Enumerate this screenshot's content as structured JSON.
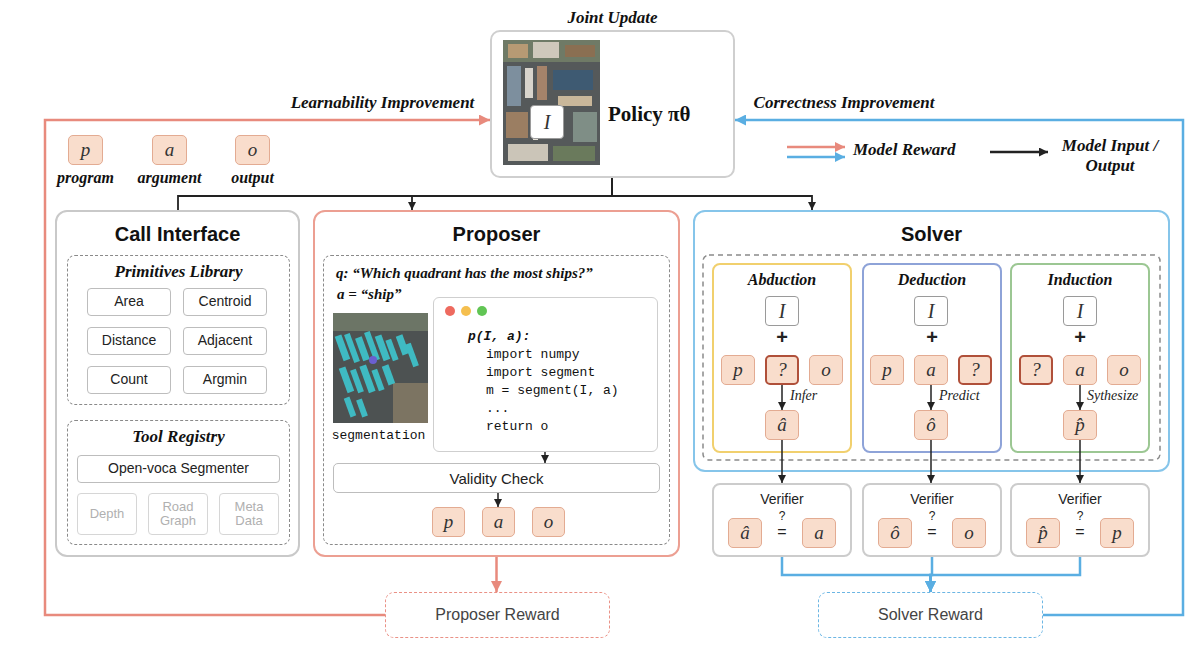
{
  "diagram": {
    "nodes": [
      {
        "text": [
          "Policy πθ"
        ]
      },
      {
        "text": [
          "I"
        ],
        "in": 0
      },
      {
        "text": [
          "p",
          "program"
        ]
      },
      {
        "text": [
          "a",
          "argument"
        ]
      },
      {
        "text": [
          "o",
          "output"
        ]
      },
      {
        "text": [
          "Call Interface"
        ]
      },
      {
        "text": [
          "Primitives Library"
        ],
        "in": 5
      },
      {
        "text": [
          "Area"
        ],
        "in": 6
      },
      {
        "text": [
          "Centroid"
        ],
        "in": 6
      },
      {
        "text": [
          "Distance"
        ],
        "in": 6
      },
      {
        "text": [
          "Adjacent"
        ],
        "in": 6
      },
      {
        "text": [
          "Count"
        ],
        "in": 6
      },
      {
        "text": [
          "Argmin"
        ],
        "in": 6
      },
      {
        "text": [
          "Tool Registry"
        ],
        "in": 5
      },
      {
        "text": [
          "Open-voca Segmenter"
        ],
        "in": 13
      },
      {
        "text": [
          "Depth"
        ],
        "in": 13
      },
      {
        "text": [
          "Road Graph"
        ],
        "in": 13
      },
      {
        "text": [
          "Meta Data"
        ],
        "in": 13
      },
      {
        "text": [
          "Proposer"
        ]
      },
      {
        "text": [
          "q: “Which quadrant has the most ships?”"
        ],
        "in": 18
      },
      {
        "text": [
          "p(I, a):",
          "import numpy",
          "import segment",
          "m = segment(I, a)",
          "...",
          "return o"
        ],
        "in": 19
      },
      {
        "text": [
          "Validity Check"
        ],
        "in": 19
      },
      {
        "text": [
          "p"
        ],
        "in": 19
      },
      {
        "text": [
          "a"
        ],
        "in": 19
      },
      {
        "text": [
          "o"
        ],
        "in": 19
      },
      {
        "text": [
          "Proposer Reward"
        ]
      },
      {
        "text": [
          "Solver"
        ]
      },
      {
        "text": [
          "Abduction"
        ],
        "in": 26
      },
      {
        "text": [
          "I"
        ],
        "in": 27
      },
      {
        "text": [
          "p"
        ],
        "in": 27
      },
      {
        "text": [
          "?"
        ],
        "in": 27
      },
      {
        "text": [
          "o"
        ],
        "in": 27
      },
      {
        "text": [
          "â"
        ],
        "in": 27
      },
      {
        "text": [
          "Deduction"
        ],
        "in": 26
      },
      {
        "text": [
          "I"
        ],
        "in": 33
      },
      {
        "text": [
          "p"
        ],
        "in": 33
      },
      {
        "text": [
          "a"
        ],
        "in": 33
      },
      {
        "text": [
          "?"
        ],
        "in": 33
      },
      {
        "text": [
          "ô"
        ],
        "in": 33
      },
      {
        "text": [
          "Induction"
        ],
        "in": 26
      },
      {
        "text": [
          "I"
        ],
        "in": 39
      },
      {
        "text": [
          "?"
        ],
        "in": 39
      },
      {
        "text": [
          "a"
        ],
        "in": 39
      },
      {
        "text": [
          "o"
        ],
        "in": 39
      },
      {
        "text": [
          "p̂"
        ],
        "in": 39
      },
      {
        "text": [
          "Verifier"
        ]
      },
      {
        "text": [
          "â"
        ],
        "in": 45
      },
      {
        "text": [
          "a"
        ],
        "in": 45
      },
      {
        "text": [
          "Verifier"
        ]
      },
      {
        "text": [
          "ô"
        ],
        "in": 48
      },
      {
        "text": [
          "o"
        ],
        "in": 48
      },
      {
        "text": [
          "Verifier"
        ]
      },
      {
        "text": [
          "p̂"
        ],
        "in": 51
      },
      {
        "text": [
          "p"
        ],
        "in": 51
      },
      {
        "text": [
          "Solver Reward"
        ]
      }
    ],
    "edges": [
      {
        "from": 0,
        "to": 5,
        "arrow": "none"
      },
      {
        "from": 0,
        "to": 18,
        "arrow": "to"
      },
      {
        "from": 0,
        "to": 26,
        "arrow": "to"
      },
      {
        "from": 20,
        "to": 21,
        "arrow": "to"
      },
      {
        "from": 21,
        "to": 23,
        "arrow": "to"
      },
      {
        "from": 18,
        "to": 25,
        "arrow": "to"
      },
      {
        "from": 25,
        "to": 0,
        "label": "Learnability Improvement",
        "arrow": "to"
      },
      {
        "from": 30,
        "to": 32,
        "label": "Infer",
        "arrow": "to"
      },
      {
        "from": 36,
        "to": 38,
        "label": "Predict",
        "arrow": "to"
      },
      {
        "from": 42,
        "to": 44,
        "label": "Sythesize",
        "arrow": "to"
      },
      {
        "from": 32,
        "to": 45,
        "arrow": "to"
      },
      {
        "from": 38,
        "to": 48,
        "arrow": "to"
      },
      {
        "from": 44,
        "to": 51,
        "arrow": "to"
      },
      {
        "from": 45,
        "to": 54,
        "arrow": "to"
      },
      {
        "from": 48,
        "to": 54,
        "arrow": "to"
      },
      {
        "from": 51,
        "to": 54,
        "arrow": "to"
      },
      {
        "from": 54,
        "to": 0,
        "label": "Correctness Improvement",
        "arrow": "to"
      }
    ],
    "labels": [
      "Joint Update",
      "a = “ship”",
      "segmentation",
      "+",
      "+",
      "+",
      "?",
      "=",
      "?",
      "=",
      "?",
      "="
    ],
    "legend": [
      {
        "text": "Model Reward"
      },
      {
        "text": "Model Input / Output"
      }
    ]
  }
}
